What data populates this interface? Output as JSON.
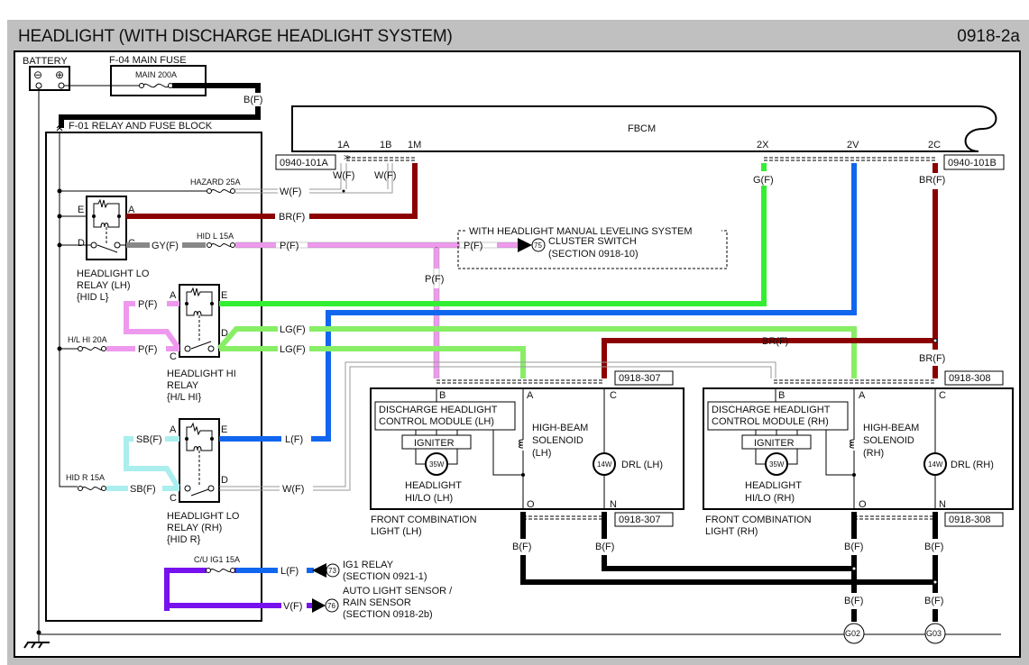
{
  "header": {
    "title": "HEADLIGHT (WITH DISCHARGE HEADLIGHT SYSTEM)",
    "code": "0918-2a"
  },
  "colors": {
    "black": "#000000",
    "brown": "#8b0000",
    "green": "#33ee33",
    "light_green": "#88ee66",
    "blue": "#1166ee",
    "pink": "#ee99ee",
    "gray": "#888888",
    "white_wire": "#bbbbbb",
    "sky_blue": "#aaeeee",
    "violet": "#7711ee"
  },
  "battery": {
    "label": "BATTERY",
    "neg": "⊖",
    "pos": "⊕"
  },
  "main_fuse": {
    "label": "F-04  MAIN FUSE",
    "rating": "MAIN 200A",
    "wire": "B(F)"
  },
  "relay_block": {
    "label": "F-01  RELAY AND FUSE BLOCK"
  },
  "fbcm": {
    "label": "FBCM",
    "pins": [
      "1A",
      "1B",
      "1M",
      "2X",
      "2V",
      "2C"
    ],
    "connector_a": "0940-101A",
    "connector_b": "0940-101B"
  },
  "fuses": {
    "hazard": "HAZARD 25A",
    "hid_l": "HID L 15A",
    "hl_hi": "H/L HI 20A",
    "hid_r": "HID R 15A",
    "cu_ig1": "C/U IG1 15A"
  },
  "relays": {
    "lo_lh": {
      "name": [
        "HEADLIGHT LO",
        "RELAY (LH)",
        "{HID L}"
      ],
      "pins": {
        "e": "E",
        "a": "A",
        "d": "D",
        "c": "C"
      }
    },
    "hi": {
      "name": [
        "HEADLIGHT HI",
        "RELAY",
        "{H/L HI}"
      ],
      "pins": {
        "a": "A",
        "e": "E",
        "d": "D",
        "c": "C"
      }
    },
    "lo_rh": {
      "name": [
        "HEADLIGHT LO",
        "RELAY (RH)",
        "{HID R}"
      ],
      "pins": {
        "a": "A",
        "e": "E",
        "d": "D",
        "c": "C"
      }
    }
  },
  "wires": {
    "w1": "W(F)",
    "w2": "W(F)",
    "w3": "W(F)",
    "br1": "BR(F)",
    "gy": "GY(F)",
    "p1": "P(F)",
    "p2": "P(F)",
    "p3": "P(F)",
    "p4": "P(F)",
    "p5": "P(F)",
    "lg1": "LG(F)",
    "lg2": "LG(F)",
    "g": "G(F)",
    "br2": "BR(F)",
    "br3": "BR(F)",
    "br4": "BR(F)",
    "sb1": "SB(F)",
    "sb2": "SB(F)",
    "l1": "L(F)",
    "w4": "W(F)",
    "l2": "L(F)",
    "v": "V(F)",
    "b1": "B(F)",
    "b2": "B(F)",
    "b3": "B(F)",
    "b4": "B(F)",
    "b5": "B(F)",
    "b6": "B(F)"
  },
  "leveling": {
    "title": "WITH HEADLIGHT MANUAL LEVELING SYSTEM",
    "ref": "75",
    "target": "CLUSTER SWITCH",
    "section": "(SECTION 0918-10)"
  },
  "ig1": {
    "ref": "73",
    "target": "IG1 RELAY",
    "section": "(SECTION 0921-1)"
  },
  "auto_light": {
    "ref": "76",
    "target": [
      "AUTO LIGHT SENSOR /",
      "RAIN SENSOR"
    ],
    "section": "(SECTION 0918-2b)"
  },
  "lh_light": {
    "connector": "0918-307",
    "pins": {
      "b": "B",
      "a": "A",
      "c": "C",
      "o": "O",
      "n": "N"
    },
    "module": [
      "DISCHARGE HEADLIGHT",
      "CONTROL MODULE (LH)"
    ],
    "igniter": "IGNITER",
    "bulb_w": "35W",
    "headlight": [
      "HEADLIGHT",
      "HI/LO (LH)"
    ],
    "solenoid": [
      "HIGH-BEAM",
      "SOLENOID",
      "(LH)"
    ],
    "drl_w": "14W",
    "drl": "DRL (LH)",
    "name": [
      "FRONT COMBINATION",
      "LIGHT (LH)"
    ]
  },
  "rh_light": {
    "connector": "0918-308",
    "pins": {
      "b": "B",
      "a": "A",
      "c": "C",
      "o": "O",
      "n": "N"
    },
    "module": [
      "DISCHARGE HEADLIGHT",
      "CONTROL MODULE (RH)"
    ],
    "igniter": "IGNITER",
    "bulb_w": "35W",
    "headlight": [
      "HEADLIGHT",
      "HI/LO (RH)"
    ],
    "solenoid": [
      "HIGH-BEAM",
      "SOLENOID",
      "(RH)"
    ],
    "drl_w": "14W",
    "drl": "DRL (RH)",
    "name": [
      "FRONT COMBINATION",
      "LIGHT (RH)"
    ]
  },
  "grounds": [
    "G02",
    "G03"
  ]
}
